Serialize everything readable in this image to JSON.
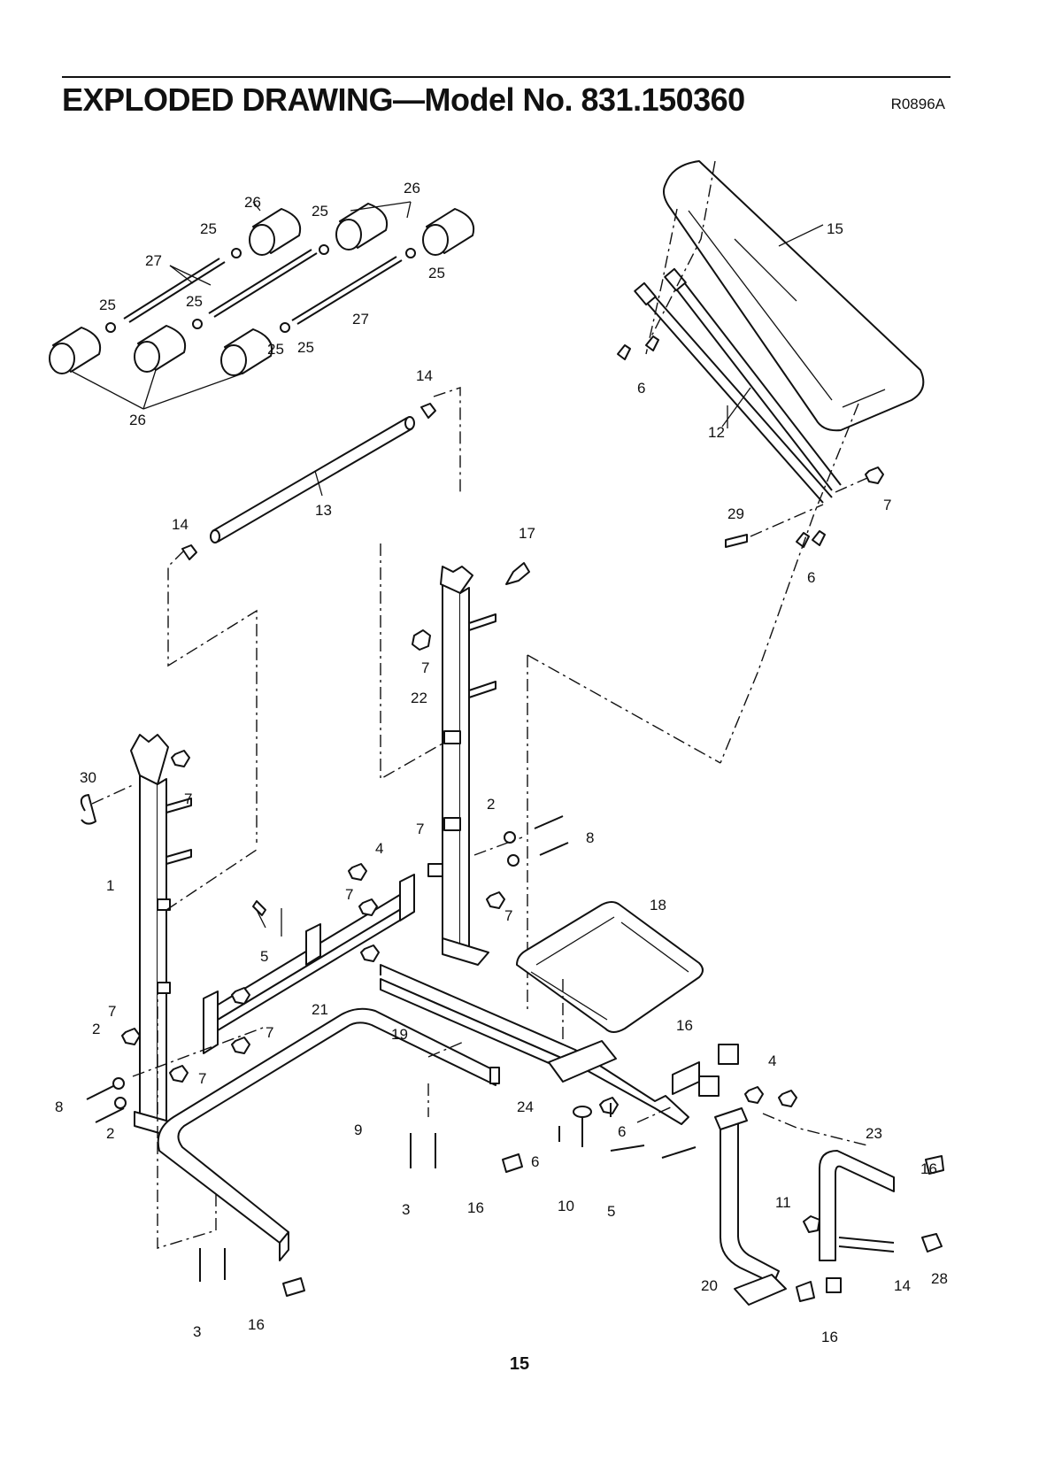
{
  "header": {
    "title": "EXPLODED DRAWING—Model No. 831.150360",
    "drawing_code": "R0896A"
  },
  "page_number": "15",
  "callouts": [
    "26",
    "26",
    "25",
    "25",
    "27",
    "25",
    "25",
    "25",
    "25",
    "27",
    "25",
    "26",
    "14",
    "13",
    "14",
    "15",
    "6",
    "12",
    "29",
    "7",
    "6",
    "17",
    "7",
    "22",
    "30",
    "7",
    "1",
    "2",
    "8",
    "7",
    "4",
    "7",
    "7",
    "5",
    "21",
    "7",
    "18",
    "7",
    "2",
    "8",
    "2",
    "7",
    "19",
    "16",
    "4",
    "9",
    "24",
    "6",
    "6",
    "23",
    "16",
    "3",
    "16",
    "10",
    "5",
    "11",
    "20",
    "14",
    "28",
    "3",
    "16",
    "16"
  ]
}
